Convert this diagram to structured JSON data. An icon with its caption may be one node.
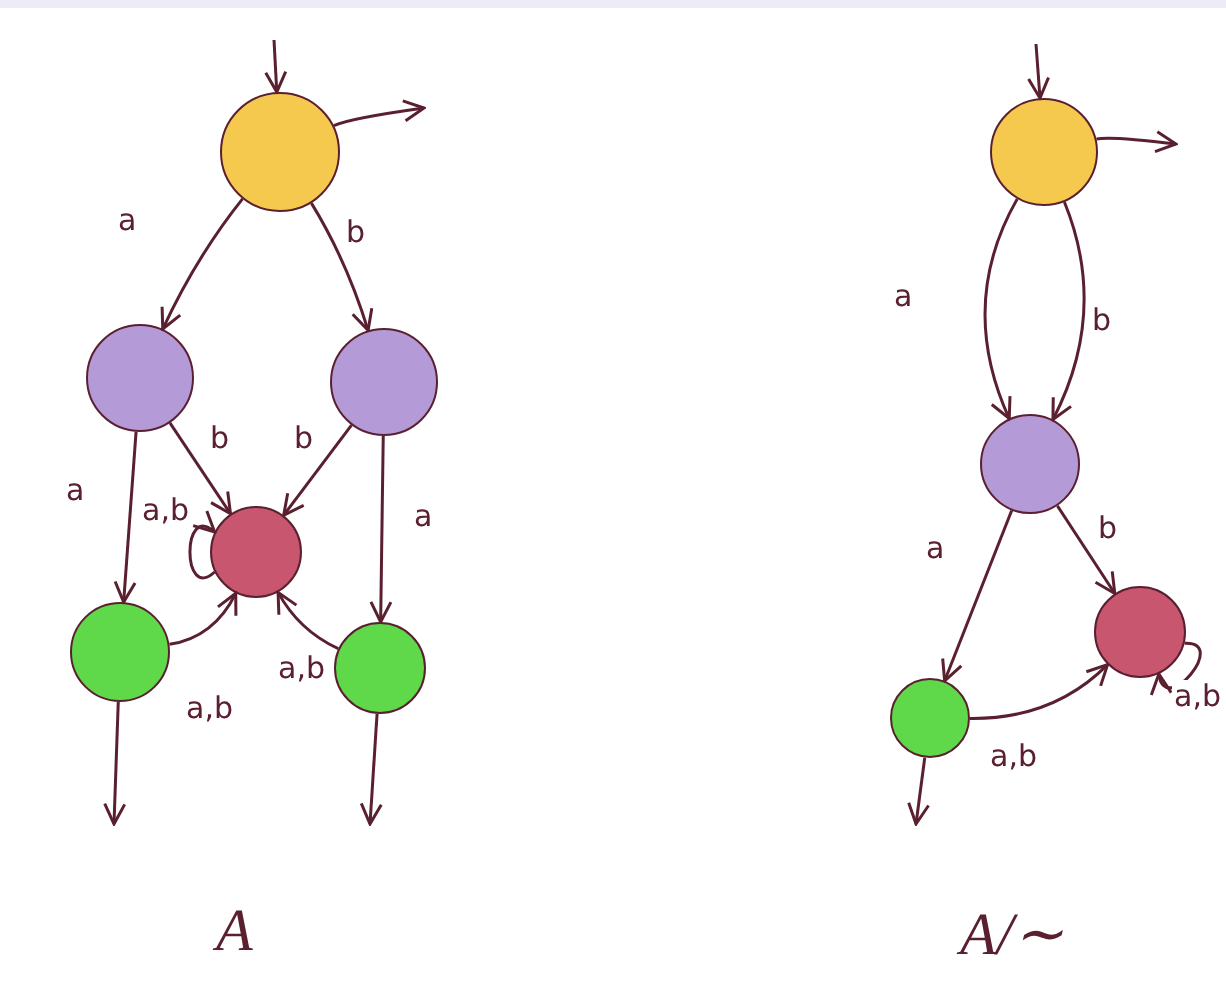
{
  "diagram": {
    "nodes": [
      {
        "text": [],
        "shape": "circle"
      },
      {
        "text": [],
        "shape": "circle"
      },
      {
        "text": [],
        "shape": "circle"
      },
      {
        "text": [],
        "shape": "circle"
      },
      {
        "text": [],
        "shape": "circle"
      },
      {
        "text": [],
        "shape": "circle"
      },
      {
        "text": [],
        "shape": "circle"
      },
      {
        "text": [],
        "shape": "circle"
      },
      {
        "text": [],
        "shape": "circle"
      },
      {
        "text": [],
        "shape": "circle"
      }
    ],
    "edges": [
      {
        "from": null,
        "to": 0,
        "arrow": "to"
      },
      {
        "from": 0,
        "to": null,
        "arrow": "to"
      },
      {
        "from": 0,
        "to": 1,
        "arrow": "to",
        "label": "a"
      },
      {
        "from": 0,
        "to": 2,
        "arrow": "to",
        "label": "b"
      },
      {
        "from": 1,
        "to": 4,
        "arrow": "to",
        "label": "a"
      },
      {
        "from": 1,
        "to": 3,
        "arrow": "to",
        "label": "b"
      },
      {
        "from": 2,
        "to": 3,
        "arrow": "to",
        "label": "b"
      },
      {
        "from": 2,
        "to": 5,
        "arrow": "to",
        "label": "a"
      },
      {
        "from": 3,
        "to": 3,
        "arrow": "to",
        "label": "a,b"
      },
      {
        "from": 4,
        "to": 3,
        "arrow": "to",
        "label": "a,b"
      },
      {
        "from": 5,
        "to": 3,
        "arrow": "to",
        "label": "a,b"
      },
      {
        "from": 4,
        "to": null,
        "arrow": "to"
      },
      {
        "from": 5,
        "to": null,
        "arrow": "to"
      },
      {
        "from": null,
        "to": 6,
        "arrow": "to"
      },
      {
        "from": 6,
        "to": null,
        "arrow": "to"
      },
      {
        "from": 6,
        "to": 7,
        "arrow": "to",
        "label": "a"
      },
      {
        "from": 6,
        "to": 7,
        "arrow": "to",
        "label": "b"
      },
      {
        "from": 7,
        "to": 9,
        "arrow": "to",
        "label": "a"
      },
      {
        "from": 7,
        "to": 8,
        "arrow": "to",
        "label": "b"
      },
      {
        "from": 8,
        "to": 8,
        "arrow": "to",
        "label": "a,b"
      },
      {
        "from": 9,
        "to": 8,
        "arrow": "to",
        "label": "a,b"
      },
      {
        "from": 9,
        "to": null,
        "arrow": "to"
      }
    ],
    "labels": [
      "A",
      "A/∼"
    ]
  }
}
